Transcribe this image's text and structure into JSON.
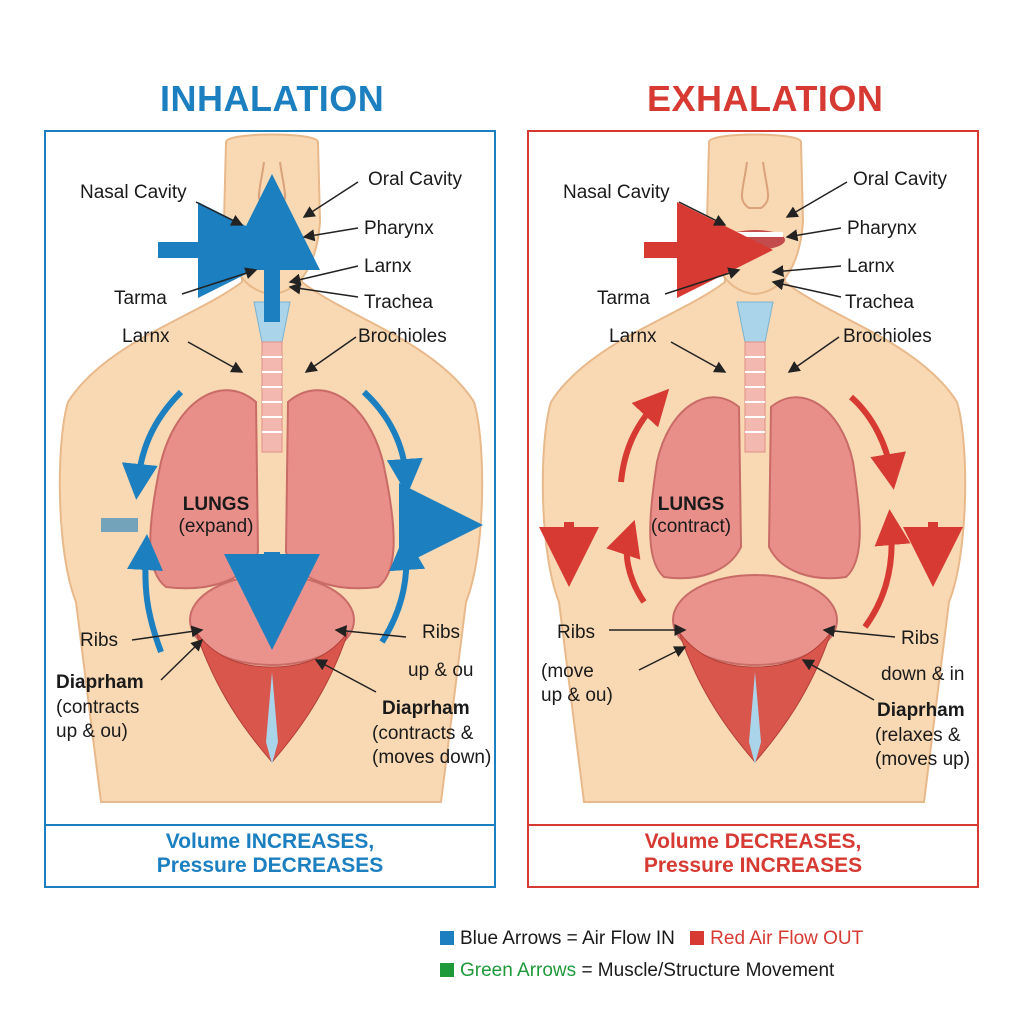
{
  "inhalation": {
    "title": "INHALATION",
    "color": "#1b7fc0",
    "labels": {
      "nasal_cavity": "Nasal Cavity",
      "oral_cavity": "Oral Cavity",
      "pharynx": "Pharynx",
      "larnx_right": "Larnx",
      "tarma": "Tarma",
      "trachea": "Trachea",
      "larnx_left": "Larnx",
      "brochioles": "Brochioles",
      "lungs": "LUNGS",
      "lungs_state": "(expand)",
      "ribs_left": "Ribs",
      "ribs_right": "Ribs",
      "ribs_right_move": "up & ou",
      "diaphragm_left": "Diaprham",
      "diaphragm_left_desc": "(contracts\nup & ou)",
      "diaphragm_right": "Diaprham",
      "diaphragm_right_desc": "(contracts &\n(moves down)"
    },
    "caption": "Volume INCREASES,\nPressure DECREASES"
  },
  "exhalation": {
    "title": "EXHALATION",
    "color": "#d63a32",
    "labels": {
      "nasal_cavity": "Nasal Cavity",
      "oral_cavity": "Oral Cavity",
      "pharynx": "Pharynx",
      "larnx_right": "Larnx",
      "tarma": "Tarma",
      "trachea": "Trachea",
      "larnx_left": "Larnx",
      "brochioles": "Brochioles",
      "lungs": "LUNGS",
      "lungs_state": "(contract)",
      "ribs_left": "Ribs",
      "ribs_left_desc": "(move\nup & ou)",
      "ribs_right": "Ribs",
      "ribs_right_move": "down & in",
      "diaphragm_right": "Diaprham",
      "diaphragm_right_desc": "(relaxes &\n(moves up)"
    },
    "caption": "Volume DECREASES,\nPressure INCREASES"
  },
  "legend": {
    "blue_key": "Blue Arrows = Air Flow IN",
    "red_key": "Red Air Flow OUT",
    "green_key_colored": "Green Arrows",
    "green_key_rest": "= Muscle/Structure Movement",
    "blue": "#1b7fc0",
    "red": "#d63a32",
    "green": "#1f9a3a"
  }
}
